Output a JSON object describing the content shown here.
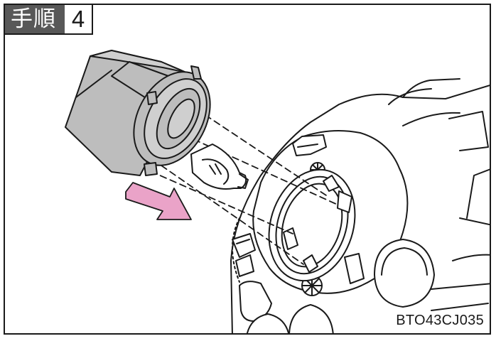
{
  "step": {
    "label": "手順",
    "number": "4"
  },
  "figure": {
    "code": "BTO43CJ035"
  },
  "colors": {
    "bulb_body": "#bdbdbd",
    "arrow": "#eaa3c8",
    "stroke": "#1a1a1a",
    "header_bg": "#585858"
  },
  "icons": {
    "removal_arrow": "arrow-left-down"
  }
}
